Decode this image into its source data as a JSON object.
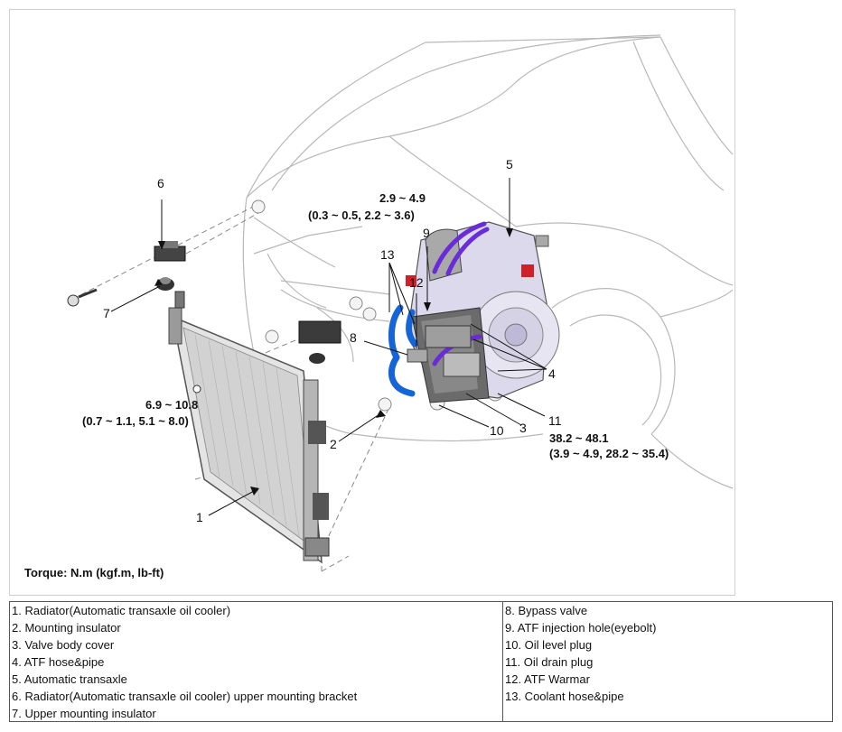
{
  "labels": {
    "n1": "1",
    "n2": "2",
    "n3": "3",
    "n4": "4",
    "n5": "5",
    "n6": "6",
    "n7": "7",
    "n8": "8",
    "n9": "9",
    "n10": "10",
    "n11": "11",
    "n12": "12",
    "n13": "13"
  },
  "torques": {
    "t1_a": "2.9 ~ 4.9",
    "t1_b": "(0.3 ~ 0.5, 2.2 ~ 3.6)",
    "t2_a": "6.9 ~ 10.8",
    "t2_b": "(0.7 ~ 1.1, 5.1 ~ 8.0)",
    "t3_a": "38.2 ~ 48.1",
    "t3_b": "(3.9 ~ 4.9, 28.2 ~ 35.4)",
    "unit": "Torque: N.m (kgf.m, lb-ft)"
  },
  "legend": {
    "left": [
      "1. Radiator(Automatic transaxle oil cooler)",
      "2. Mounting insulator",
      "3. Valve body cover",
      "4. ATF hose&pipe",
      "5. Automatic transaxle",
      "6. Radiator(Automatic transaxle oil cooler) upper mounting bracket",
      "7. Upper mounting insulator"
    ],
    "right": [
      "8. Bypass valve",
      "9. ATF injection hole(eyebolt)",
      "10. Oil level plug",
      "11. Oil drain plug",
      "12. ATF Warmar",
      "13. Coolant hose&pipe"
    ]
  },
  "colors": {
    "line": "#b8b8b8",
    "leader": "#111111",
    "radiator": "#e6e6e6",
    "transaxle": "#d9d6ea",
    "atf_hose": "#6a2bd8",
    "coolant_hose": "#1565d8",
    "accent_red": "#d0202a"
  }
}
